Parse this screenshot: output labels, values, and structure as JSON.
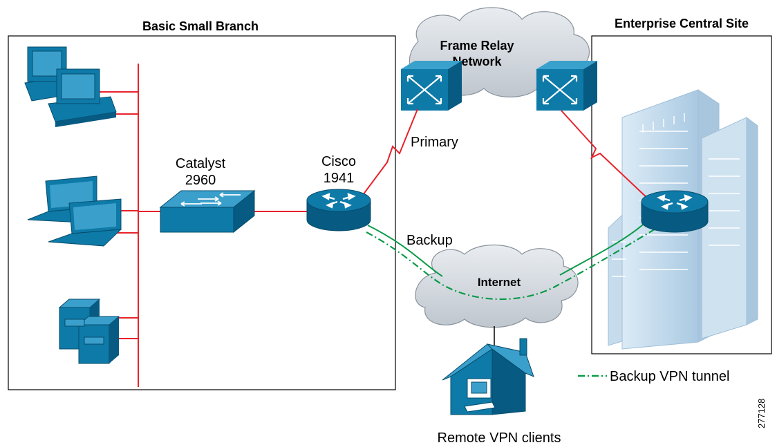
{
  "labels": {
    "branch_title": "Basic Small Branch",
    "central_title": "Enterprise Central Site",
    "frame_relay_line1": "Frame Relay",
    "frame_relay_line2": "Network",
    "internet": "Internet",
    "primary": "Primary",
    "backup": "Backup",
    "catalyst_line1": "Catalyst",
    "catalyst_line2": "2960",
    "cisco_line1": "Cisco",
    "cisco_line2": "1941",
    "remote_clients": "Remote VPN clients",
    "legend_backup_vpn": "Backup VPN tunnel",
    "figure_id": "277128"
  },
  "colors": {
    "lan_red": "#e8212a",
    "vpn_green": "#0a9a48",
    "device_blue": "#0e7aa8",
    "cloud_gray": "#c9cfd6",
    "building_blue": "#bcd7ea"
  }
}
